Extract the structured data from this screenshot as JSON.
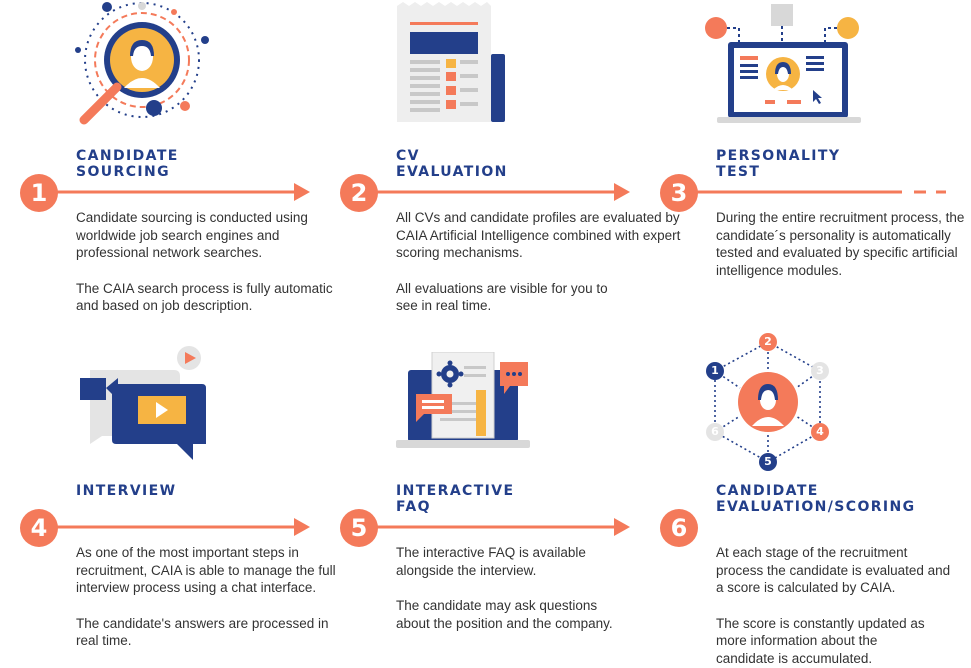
{
  "colors": {
    "navy": "#233f8a",
    "orange": "#f47a5a",
    "yellow": "#f6b443",
    "gray": "#d8d8d8",
    "text": "#333333"
  },
  "steps": [
    {
      "number": "1",
      "icon": "magnifier-candidate-icon",
      "title_lines": [
        "CANDIDATE",
        "SOURCING"
      ],
      "paragraphs": [
        "Candidate sourcing is conducted using worldwide job search engines and professional network searches.",
        "The CAIA search process is fully automatic and based on job description."
      ]
    },
    {
      "number": "2",
      "icon": "newspaper-cv-icon",
      "title_lines": [
        "CV",
        "EVALUATION"
      ],
      "paragraphs": [
        "All CVs and candidate profiles are evaluated by CAIA Artificial Intelligence combined with expert scoring mechanisms.",
        "All evaluations are visible for you to see in real time."
      ]
    },
    {
      "number": "3",
      "icon": "laptop-profile-icon",
      "title_lines": [
        "PERSONALITY",
        "TEST"
      ],
      "paragraphs": [
        "During the entire recruitment process, the candidate´s personality is automatically tested and evaluated by specific artificial intelligence modules."
      ]
    },
    {
      "number": "4",
      "icon": "video-chat-icon",
      "title_lines": [
        "INTERVIEW"
      ],
      "paragraphs": [
        "As one of the most important steps in recruitment, CAIA is able to manage the full interview process using a chat interface.",
        "The candidate's answers are processed in real time."
      ]
    },
    {
      "number": "5",
      "icon": "laptop-faq-icon",
      "title_lines": [
        "INTERACTIVE",
        "FAQ"
      ],
      "paragraphs": [
        "The interactive FAQ is available alongside the interview.",
        "The candidate may ask questions about the position and the company."
      ]
    },
    {
      "number": "6",
      "icon": "scoring-network-icon",
      "title_lines": [
        "CANDIDATE",
        "EVALUATION/SCORING"
      ],
      "paragraphs": [
        "At each stage of the recruitment process the candidate is evaluated and a score is calculated by CAIA.",
        "The score is constantly updated as more information about the candidate is accumulated."
      ],
      "network_nodes": [
        "1",
        "2",
        "3",
        "4",
        "5",
        "6"
      ]
    }
  ]
}
